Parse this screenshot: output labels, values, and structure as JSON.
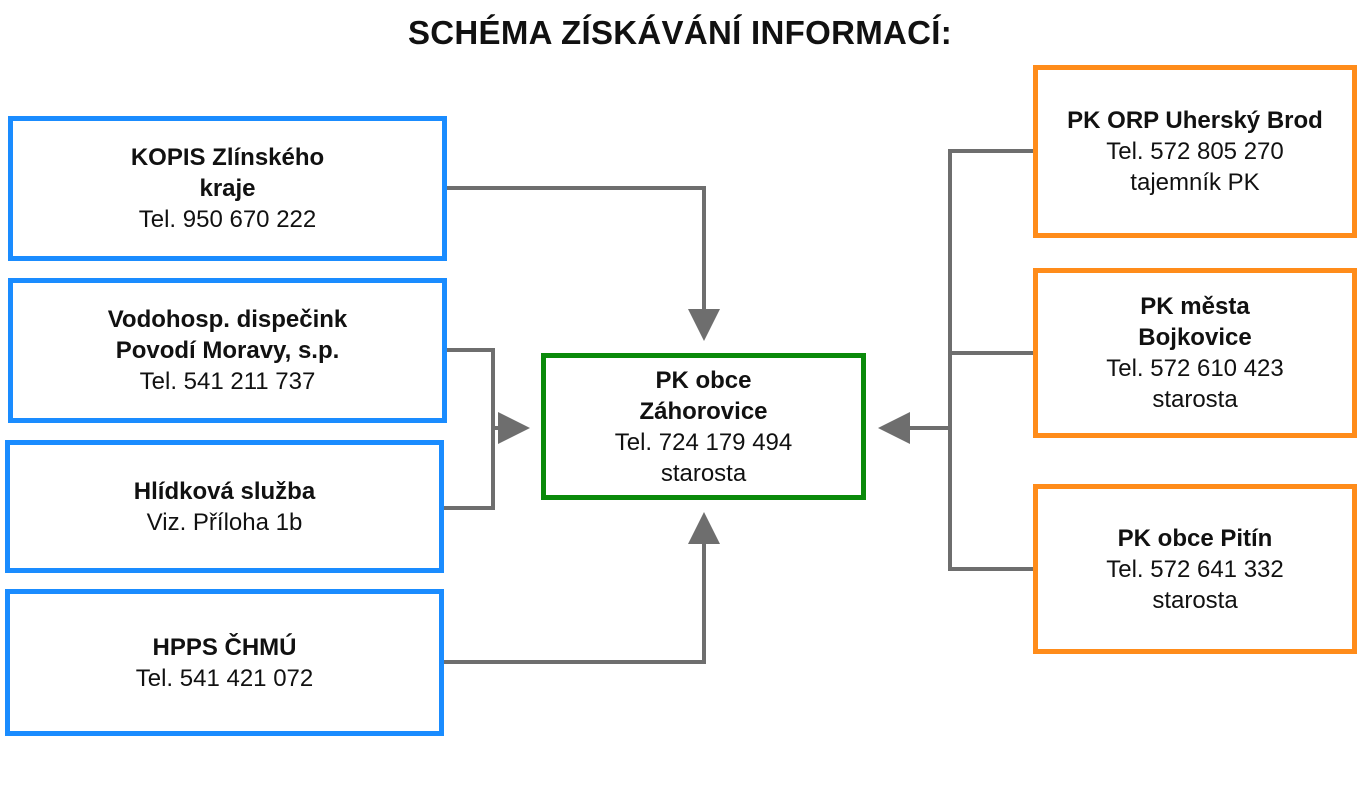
{
  "title": "SCHÉMA ZÍSKÁVÁNÍ INFORMACÍ:",
  "colors": {
    "source_border": "#1a8cff",
    "center_border": "#0a8a0a",
    "peer_border": "#ff8c1a",
    "connector": "#6e6e6e"
  },
  "nodes": {
    "kopis": {
      "name": "KOPIS Zlínského\nkraje",
      "phone": "Tel. 950 670 222"
    },
    "vodohosp": {
      "name": "Vodohosp. dispečink\nPovodí Moravy, s.p.",
      "phone": "Tel. 541 211 737"
    },
    "hlidkova": {
      "name": "Hlídková služba",
      "note": "Viz. Příloha 1b"
    },
    "hpps": {
      "name": "HPPS ČHMÚ",
      "phone": "Tel. 541 421 072"
    },
    "center": {
      "name": "PK obce\nZáhorovice",
      "phone": "Tel. 724 179 494",
      "role": "starosta"
    },
    "orp": {
      "name": "PK ORP Uherský Brod",
      "phone": "Tel. 572 805 270",
      "role": "tajemník PK"
    },
    "bojkovice": {
      "name": "PK města\nBojkovice",
      "phone": "Tel. 572 610 423",
      "role": "starosta"
    },
    "pitin": {
      "name": "PK obce Pitín",
      "phone": "Tel. 572 641 332",
      "role": "starosta"
    }
  }
}
